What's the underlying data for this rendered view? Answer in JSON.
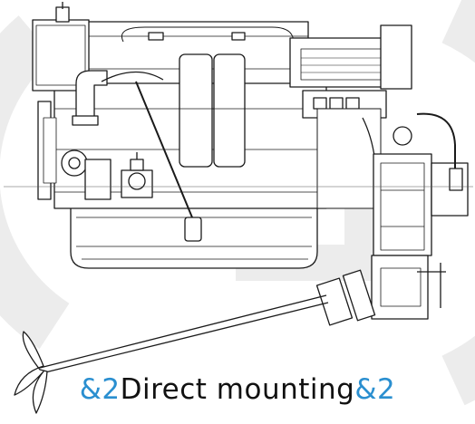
{
  "colors": {
    "accent": "#2a8fd0",
    "line": "#1a1a1a",
    "watermark": "#ececec"
  },
  "caption": {
    "prefix": "&2",
    "text": "Direct mounting",
    "suffix": "&2"
  },
  "icons": {
    "watermark": "brand-logo-watermark"
  }
}
